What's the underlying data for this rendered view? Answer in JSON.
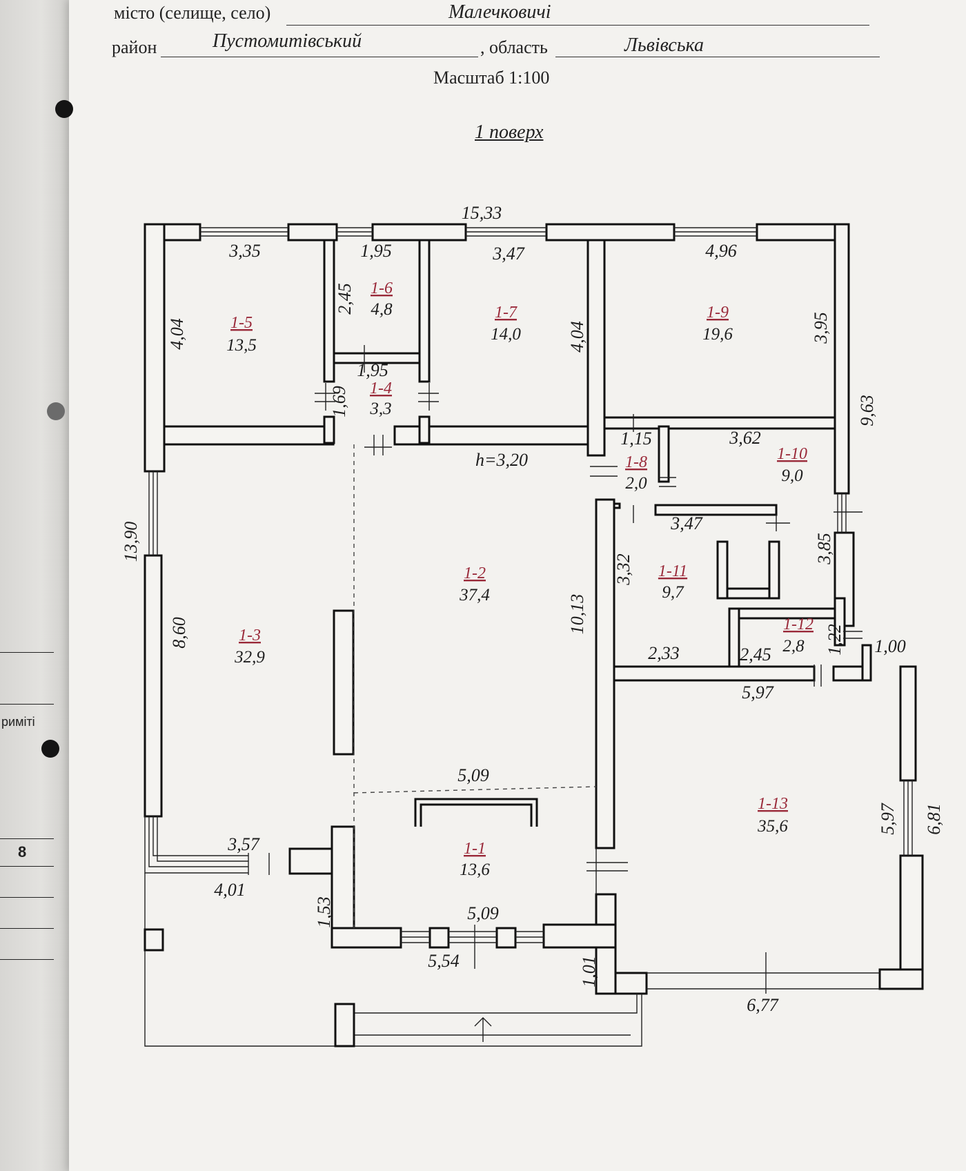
{
  "header": {
    "city_label": "місто (селище, село)",
    "city_value": "Малечковичі",
    "district_label": "район",
    "district_value": "Пустомитівський",
    "region_label": ", область",
    "region_value": "Львівська",
    "scale": "Масштаб 1:100",
    "floor_title": "1 поверх"
  },
  "side": {
    "margin_text": "риміті",
    "page_number": "8"
  },
  "plan": {
    "height_note": "h=3,20",
    "rooms": [
      {
        "id": "1-1",
        "area": "13,6"
      },
      {
        "id": "1-2",
        "area": "37,4"
      },
      {
        "id": "1-3",
        "area": "32,9"
      },
      {
        "id": "1-4",
        "area": "3,3"
      },
      {
        "id": "1-5",
        "area": "13,5"
      },
      {
        "id": "1-6",
        "area": "4,8"
      },
      {
        "id": "1-7",
        "area": "14,0"
      },
      {
        "id": "1-8",
        "area": "2,0"
      },
      {
        "id": "1-9",
        "area": "19,6"
      },
      {
        "id": "1-10",
        "area": "9,0"
      },
      {
        "id": "1-11",
        "area": "9,7"
      },
      {
        "id": "1-12",
        "area": "2,8"
      },
      {
        "id": "1-13",
        "area": "35,6"
      }
    ],
    "dimensions": [
      "15,33",
      "3,35",
      "1,95",
      "3,47",
      "4,96",
      "4,04",
      "2,45",
      "4,04",
      "3,95",
      "9,63",
      "1,95",
      "1,69",
      "1,15",
      "3,62",
      "13,90",
      "3,47",
      "3,85",
      "10,13",
      "3,32",
      "8,60",
      "2,33",
      "2,45",
      "1,22",
      "1,00",
      "5,97",
      "5,09",
      "3,57",
      "4,01",
      "5,97",
      "6,81",
      "1,53",
      "5,09",
      "5,54",
      "1,01",
      "6,77"
    ]
  }
}
